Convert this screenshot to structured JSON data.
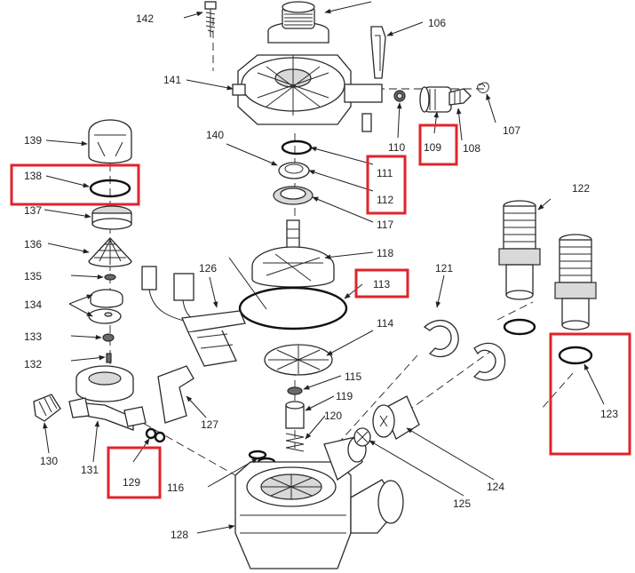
{
  "diagram": {
    "highlight_color": "#e0242b",
    "callouts": {
      "c106": "106",
      "c107": "107",
      "c108": "108",
      "c109": "109",
      "c110": "110",
      "c111": "111",
      "c112": "112",
      "c113": "113",
      "c114": "114",
      "c115": "115",
      "c116": "116",
      "c117": "117",
      "c118": "118",
      "c119": "119",
      "c120": "120",
      "c121": "121",
      "c122": "122",
      "c123": "123",
      "c124": "124",
      "c125": "125",
      "c126": "126",
      "c127": "127",
      "c128": "128",
      "c129": "129",
      "c130": "130",
      "c131": "131",
      "c132": "132",
      "c133": "133",
      "c134": "134",
      "c135": "135",
      "c136": "136",
      "c137": "137",
      "c138": "138",
      "c139": "139",
      "c140": "140",
      "c141": "141",
      "c142": "142"
    },
    "highlighted_parts": [
      "109",
      "111",
      "112",
      "113",
      "123",
      "129",
      "138"
    ]
  }
}
